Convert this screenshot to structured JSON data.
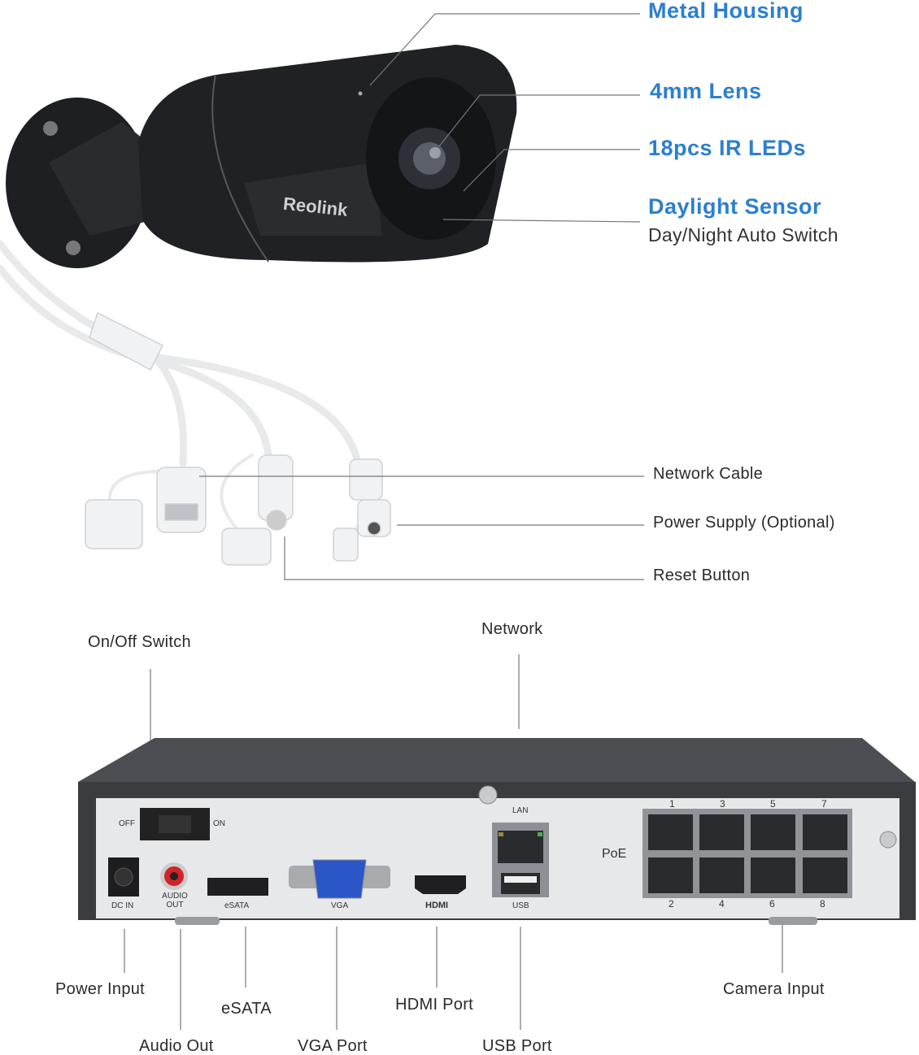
{
  "camera": {
    "brand": "Reolink",
    "callouts": [
      {
        "label": "Metal Housing"
      },
      {
        "label": "4mm Lens"
      },
      {
        "label": "18pcs IR LEDs"
      },
      {
        "label": "Daylight Sensor",
        "sublabel": "Day/Night Auto Switch"
      }
    ],
    "cable_callouts": [
      "Network Cable",
      "Power Supply (Optional)",
      "Reset Button"
    ]
  },
  "nvr": {
    "top_callouts": [
      "On/Off Switch",
      "Network"
    ],
    "bottom_callouts": [
      "Power Input",
      "Audio Out",
      "eSATA",
      "VGA Port",
      "HDMI Port",
      "USB Port",
      "Camera Input"
    ],
    "panel": {
      "off": "OFF",
      "on": "ON",
      "dc_in": "DC IN",
      "audio_out": "AUDIO OUT",
      "esata": "eSATA",
      "vga": "VGA",
      "hdmi": "HDMI",
      "lan": "LAN",
      "usb": "USB",
      "poe": "PoE",
      "port_numbers_top": [
        "1",
        "3",
        "5",
        "7"
      ],
      "port_numbers_bottom": [
        "2",
        "4",
        "6",
        "8"
      ]
    }
  },
  "colors": {
    "accent": "#2b7fd0",
    "vga": "#2a56c8",
    "rca": "#d0242a"
  }
}
